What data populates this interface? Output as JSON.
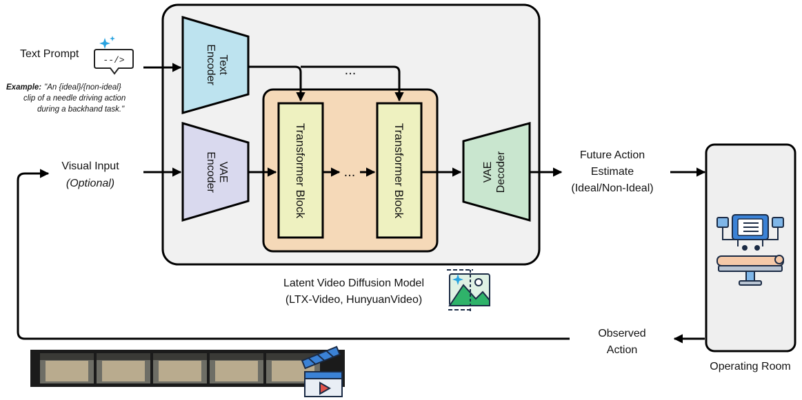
{
  "inputs": {
    "text_prompt": "Text Prompt",
    "example_label": "Example:",
    "example_line1": "\"An {ideal}/{non-ideal}",
    "example_line2": "clip of a needle driving action",
    "example_line3": "during a backhand task.\"",
    "visual_input_line1": "Visual Input",
    "visual_input_line2": "(Optional)"
  },
  "model": {
    "text_encoder_line1": "Text",
    "text_encoder_line2": "Encoder",
    "vae_encoder_line1": "VAE",
    "vae_encoder_line2": "Encoder",
    "transformer_block_1": "Transformer Block",
    "transformer_block_2": "Transformer Block",
    "ellipsis_top": "...",
    "ellipsis_mid": "...",
    "vae_decoder_line1": "VAE",
    "vae_decoder_line2": "Decoder",
    "caption_line1": "Latent Video Diffusion Model",
    "caption_line2": "(LTX-Video, HunyuanVideo)"
  },
  "outputs": {
    "future_line1": "Future Action",
    "future_line2": "Estimate",
    "future_line3": "(Ideal/Non-Ideal)",
    "operating_room": "Operating Room",
    "observed_line1": "Observed",
    "observed_line2": "Action"
  },
  "colors": {
    "text_encoder": "#bde3ef",
    "vae_encoder": "#d9d9ee",
    "vae_decoder": "#c9e6cf",
    "transformer_block": "#eef1c0",
    "transformer_group": "#f5d9b8",
    "model_panel": "#f1f1f1",
    "operating_room_panel": "#efefef"
  },
  "icons": [
    "code-prompt-icon",
    "image-icon",
    "clapperboard-icon",
    "surgical-robot-icon"
  ]
}
